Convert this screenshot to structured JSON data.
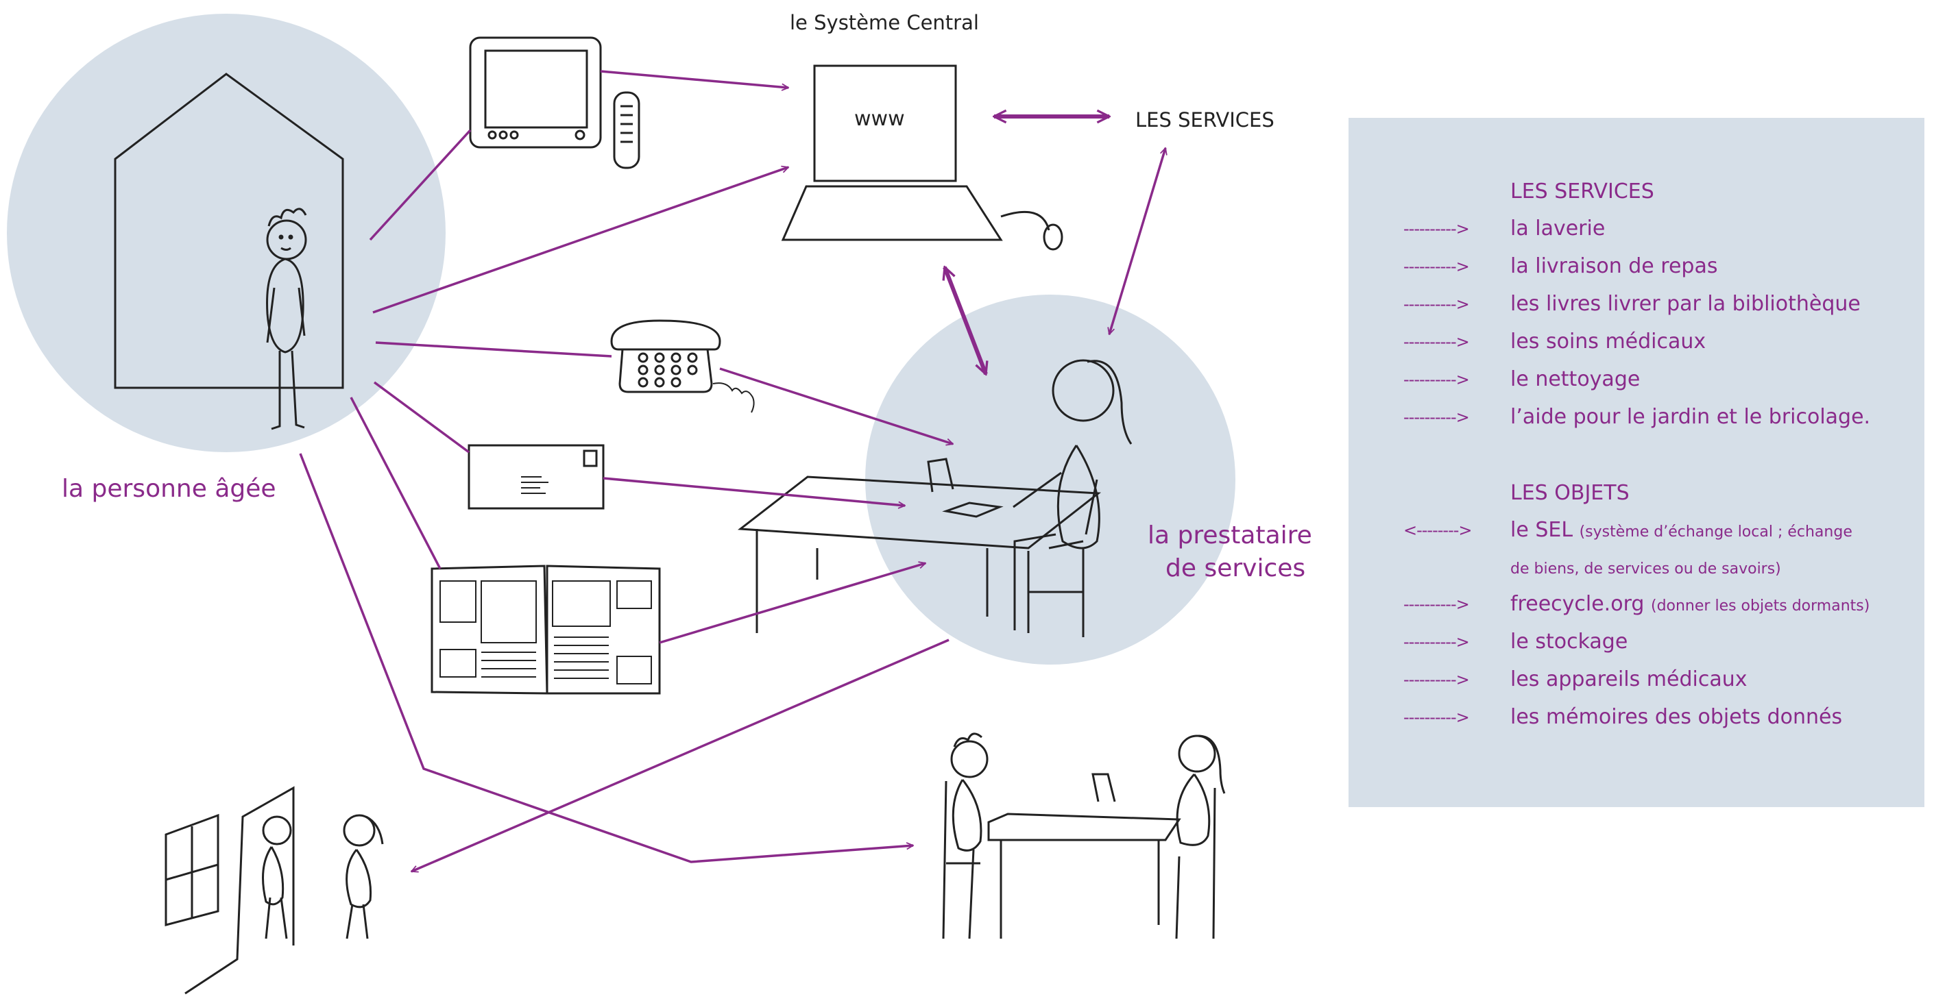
{
  "colors": {
    "accent": "#8a2a8a",
    "bubble": "#d6dfe8",
    "line": "#222222"
  },
  "labels": {
    "central_system": "le Système Central",
    "www": "www",
    "services_node": "LES SERVICES",
    "elderly_person": "la personne âgée",
    "provider_line1": "la prestataire",
    "provider_line2": "de services"
  },
  "legend": {
    "services_title": "LES SERVICES",
    "services": [
      {
        "arrow": "---------->",
        "text": "la laverie",
        "note": ""
      },
      {
        "arrow": "---------->",
        "text": "la livraison de repas",
        "note": ""
      },
      {
        "arrow": "---------->",
        "text": "les livres livrer par la bibliothèque",
        "note": ""
      },
      {
        "arrow": "---------->",
        "text": "les soins médicaux",
        "note": ""
      },
      {
        "arrow": "---------->",
        "text": "le nettoyage",
        "note": ""
      },
      {
        "arrow": "---------->",
        "text": "l’aide pour le jardin et le bricolage.",
        "note": ""
      }
    ],
    "objects_title": "LES OBJETS",
    "objects": [
      {
        "arrow": "<-------->",
        "text": "le SEL",
        "note": "(système d’échange local ; échange"
      },
      {
        "arrow": "",
        "text": "",
        "note": "de biens, de services ou de savoirs)"
      },
      {
        "arrow": "---------->",
        "text": "freecycle.org",
        "note": "(donner les objets dormants)"
      },
      {
        "arrow": "---------->",
        "text": "le stockage",
        "note": ""
      },
      {
        "arrow": "---------->",
        "text": "les appareils médicaux",
        "note": ""
      },
      {
        "arrow": "---------->",
        "text": "les mémoires des objets donnés",
        "note": ""
      }
    ]
  }
}
